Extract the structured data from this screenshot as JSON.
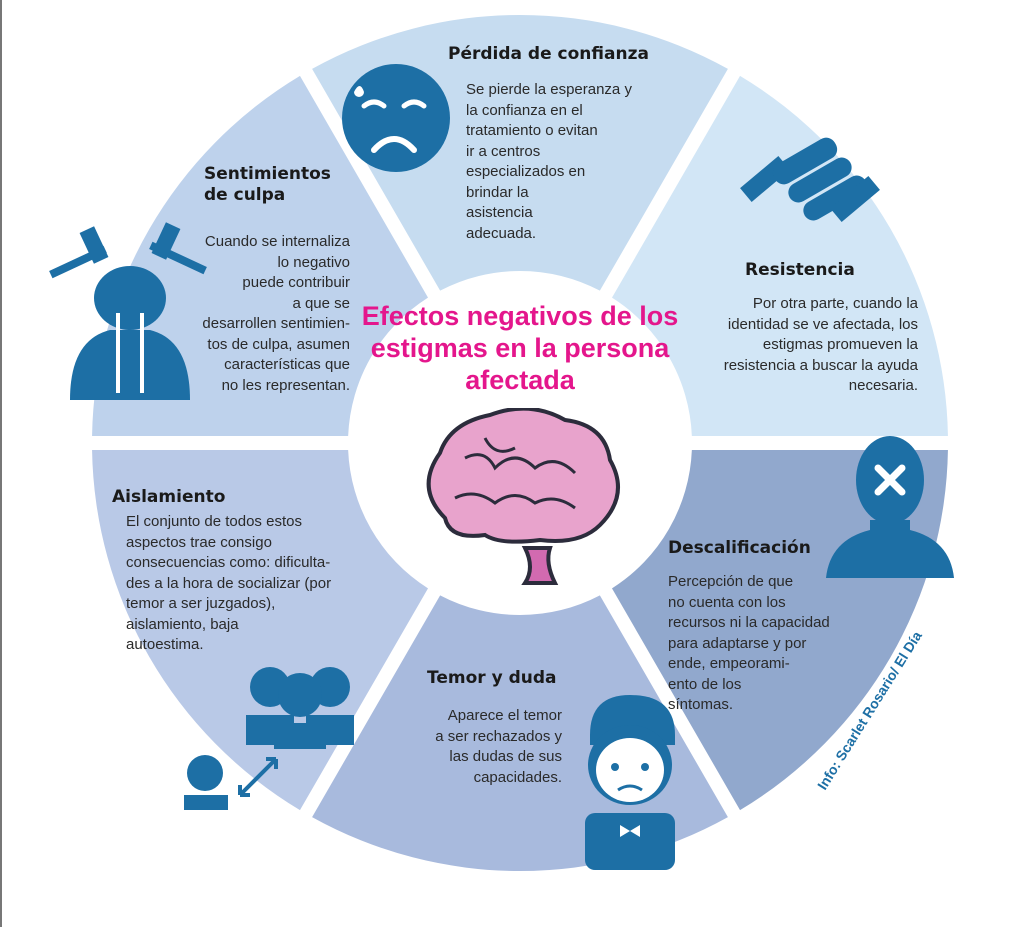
{
  "title": "Efectos negativos de los estigmas en la persona afectada",
  "credit": "Info: Scarlet Rosario/ El Día",
  "colors": {
    "title": "#e4168c",
    "icon": "#1d6fa5",
    "credit": "#1d6fa5"
  },
  "segments": [
    {
      "heading": "Pérdida de confianza",
      "text": "Se pierde la esperanza y\n la confianza en el\n tratamiento o evitan\n ir a centros\nespecializados en\nbrindar la\nasistencia\nadecuada.",
      "icon": "sad-face-icon",
      "color": "#c6dcf0"
    },
    {
      "heading": "Resistencia",
      "text": "Por otra parte, cuando la\nidentidad se ve afectada, los\nestigmas promueven la\nresistencia a buscar la ayuda\nnecesaria.",
      "icon": "hands-icon",
      "color": "#d2e6f6"
    },
    {
      "heading": "Descalificación",
      "text": "Percepción de que\nno cuenta con los\n recursos ni la capacidad\n para adaptarse y por\n ende, empeorami-\n ento de los\n síntomas.",
      "icon": "person-x-icon",
      "color": "#91a8cd"
    },
    {
      "heading": "Temor y duda",
      "text": "Aparece el temor\na ser rechazados y\nlas dudas de sus\ncapacidades.",
      "icon": "worried-boy-icon",
      "color": "#a8badd"
    },
    {
      "heading": "Aislamiento",
      "text": "El conjunto de todos estos\n aspectos trae consigo\n consecuencias como: dificulta-\n des a la hora de socializar (por\n temor a ser juzgados),\n aislamiento, baja\n autoestima.",
      "icon": "isolated-person-icon",
      "color": "#b9c9e7"
    },
    {
      "heading": "Sentimientos de culpa",
      "text": "Cuando se internaliza\n lo negativo\n puede contribuir\n a que se\ndesarrollen sentimien-\ntos de culpa, asumen\ncaracterísticas que\nno les representan.",
      "icon": "gavel-person-icon",
      "color": "#bed2ec"
    }
  ],
  "center_icon": "brain-icon"
}
